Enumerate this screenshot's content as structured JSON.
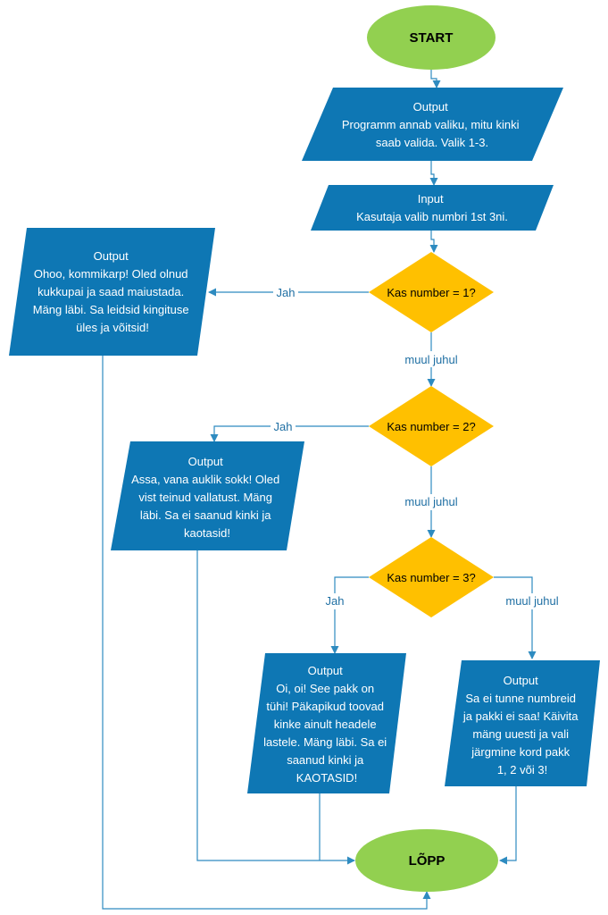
{
  "colors": {
    "terminal": "#92d050",
    "io": "#0e77b4",
    "decision": "#ffc000",
    "connector": "#2e8bc0",
    "label": "#1f6fa3"
  },
  "start": {
    "label": "START"
  },
  "end": {
    "label": "LÕPP"
  },
  "output1": {
    "lines": [
      "Output",
      "Programm annab valiku, mitu kinki",
      "saab valida. Valik 1-3."
    ]
  },
  "input1": {
    "lines": [
      "Input",
      "Kasutaja valib numbri 1st 3ni."
    ]
  },
  "decision1": {
    "label": "Kas number = 1?"
  },
  "decision2": {
    "label": "Kas number = 2?"
  },
  "decision3": {
    "label": "Kas number = 3?"
  },
  "output_win": {
    "lines": [
      "Output",
      "Ohoo, kommikarp! Oled olnud",
      "kukkupai ja saad maiustada.",
      "Mäng läbi. Sa leidsid kingituse",
      "üles ja võitsid!"
    ]
  },
  "output_sock": {
    "lines": [
      "Output",
      "Assa, vana auklik sokk! Oled",
      "vist teinud vallatust. Mäng",
      "läbi. Sa ei saanud kinki ja",
      "kaotasid!"
    ]
  },
  "output_empty": {
    "lines": [
      "Output",
      "Oi, oi! See pakk on",
      "tühi! Päkapikud toovad",
      "kinke ainult headele",
      "lastele. Mäng läbi. Sa ei",
      "saanud kinki ja",
      "KAOTASID!"
    ]
  },
  "output_unknown": {
    "lines": [
      "Output",
      "Sa ei tunne numbreid",
      "ja pakki ei saa! Käivita",
      "mäng uuesti ja vali",
      "järgmine kord pakk",
      "1, 2 või 3!"
    ]
  },
  "labels": {
    "yes1": "Jah",
    "no1": "muul juhul",
    "yes2": "Jah",
    "no2": "muul juhul",
    "yes3": "Jah",
    "no3": "muul juhul"
  }
}
